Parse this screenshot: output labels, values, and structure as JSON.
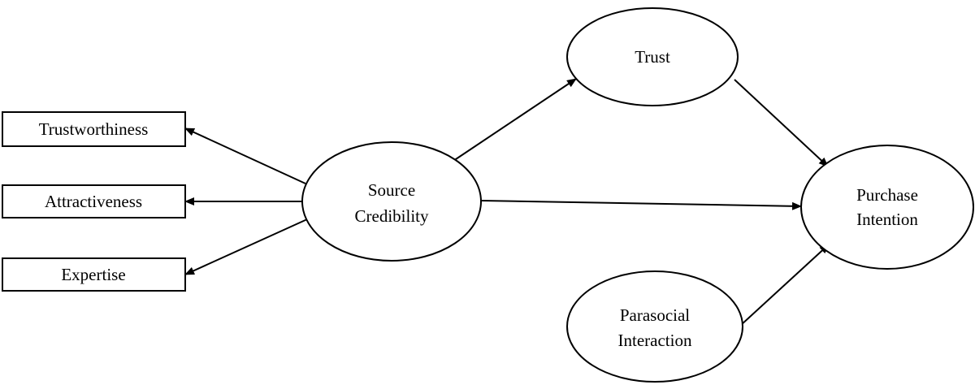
{
  "diagram": {
    "nodes": {
      "trustworthiness": {
        "label": "Trustworthiness"
      },
      "attractiveness": {
        "label": "Attractiveness"
      },
      "expertise": {
        "label": "Expertise"
      },
      "source_credibility": {
        "line1": "Source",
        "line2": "Credibility"
      },
      "trust": {
        "label": "Trust"
      },
      "purchase_intention": {
        "line1": "Purchase",
        "line2": "Intention"
      },
      "parasocial_interaction": {
        "line1": "Parasocial",
        "line2": "Interaction"
      }
    },
    "edges": [
      {
        "from": "Source Credibility",
        "to": "Trustworthiness"
      },
      {
        "from": "Source Credibility",
        "to": "Attractiveness"
      },
      {
        "from": "Source Credibility",
        "to": "Expertise"
      },
      {
        "from": "Source Credibility",
        "to": "Trust"
      },
      {
        "from": "Source Credibility",
        "to": "Purchase Intention"
      },
      {
        "from": "Trust",
        "to": "Purchase Intention"
      },
      {
        "from": "Parasocial Interaction",
        "to": "Purchase Intention"
      }
    ]
  }
}
